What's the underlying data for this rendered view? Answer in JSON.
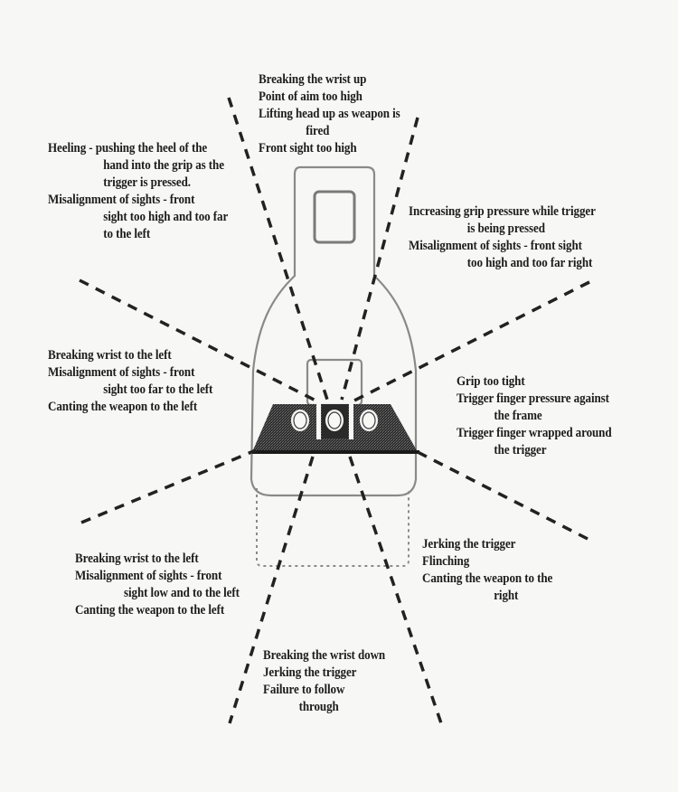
{
  "diagram": {
    "subject": "Pistol shot group analysis target with sight picture",
    "colors": {
      "background": "#f7f7f5",
      "text": "#1c1c1c",
      "dashed_lines": "#222222",
      "target_outline": "#8a8a8a",
      "sight_fill": "#3a3a3a"
    },
    "regions": {
      "top": {
        "lines": [
          "Breaking the wrist up",
          "Point of aim too high",
          "Lifting head up as weapon is",
          "fired",
          "Front sight too high"
        ]
      },
      "upper_left": {
        "lines": [
          "Heeling - pushing the heel of the",
          "hand into the grip as the",
          "trigger is pressed.",
          "Misalignment of sights - front",
          "sight too high and too far",
          "to the left"
        ]
      },
      "upper_right": {
        "lines": [
          "Increasing grip pressure while trigger",
          "is being pressed",
          "Misalignment of sights - front sight",
          "too high and too far right"
        ]
      },
      "left": {
        "lines": [
          "Breaking wrist to the left",
          "Misalignment of sights - front",
          "sight too far to the left",
          "Canting the weapon to the left"
        ]
      },
      "right": {
        "lines": [
          "Grip too tight",
          "Trigger finger pressure against",
          "the frame",
          "Trigger finger wrapped around",
          "the trigger"
        ]
      },
      "lower_left": {
        "lines": [
          "Breaking wrist to the left",
          "Misalignment of sights - front",
          "sight low and to the left",
          "Canting the weapon to the left"
        ]
      },
      "lower_right": {
        "lines": [
          "Jerking the trigger",
          "Flinching",
          "Canting the weapon to the",
          "right"
        ]
      },
      "bottom": {
        "lines": [
          "Breaking the wrist down",
          "Jerking the trigger",
          "Failure to follow",
          "through"
        ]
      }
    },
    "figure": {
      "target_silhouette": "bottle-shaped target with inner square aiming box",
      "sight_picture": "rear sight with three dots and front sight post centered",
      "dot_count": 3
    }
  }
}
